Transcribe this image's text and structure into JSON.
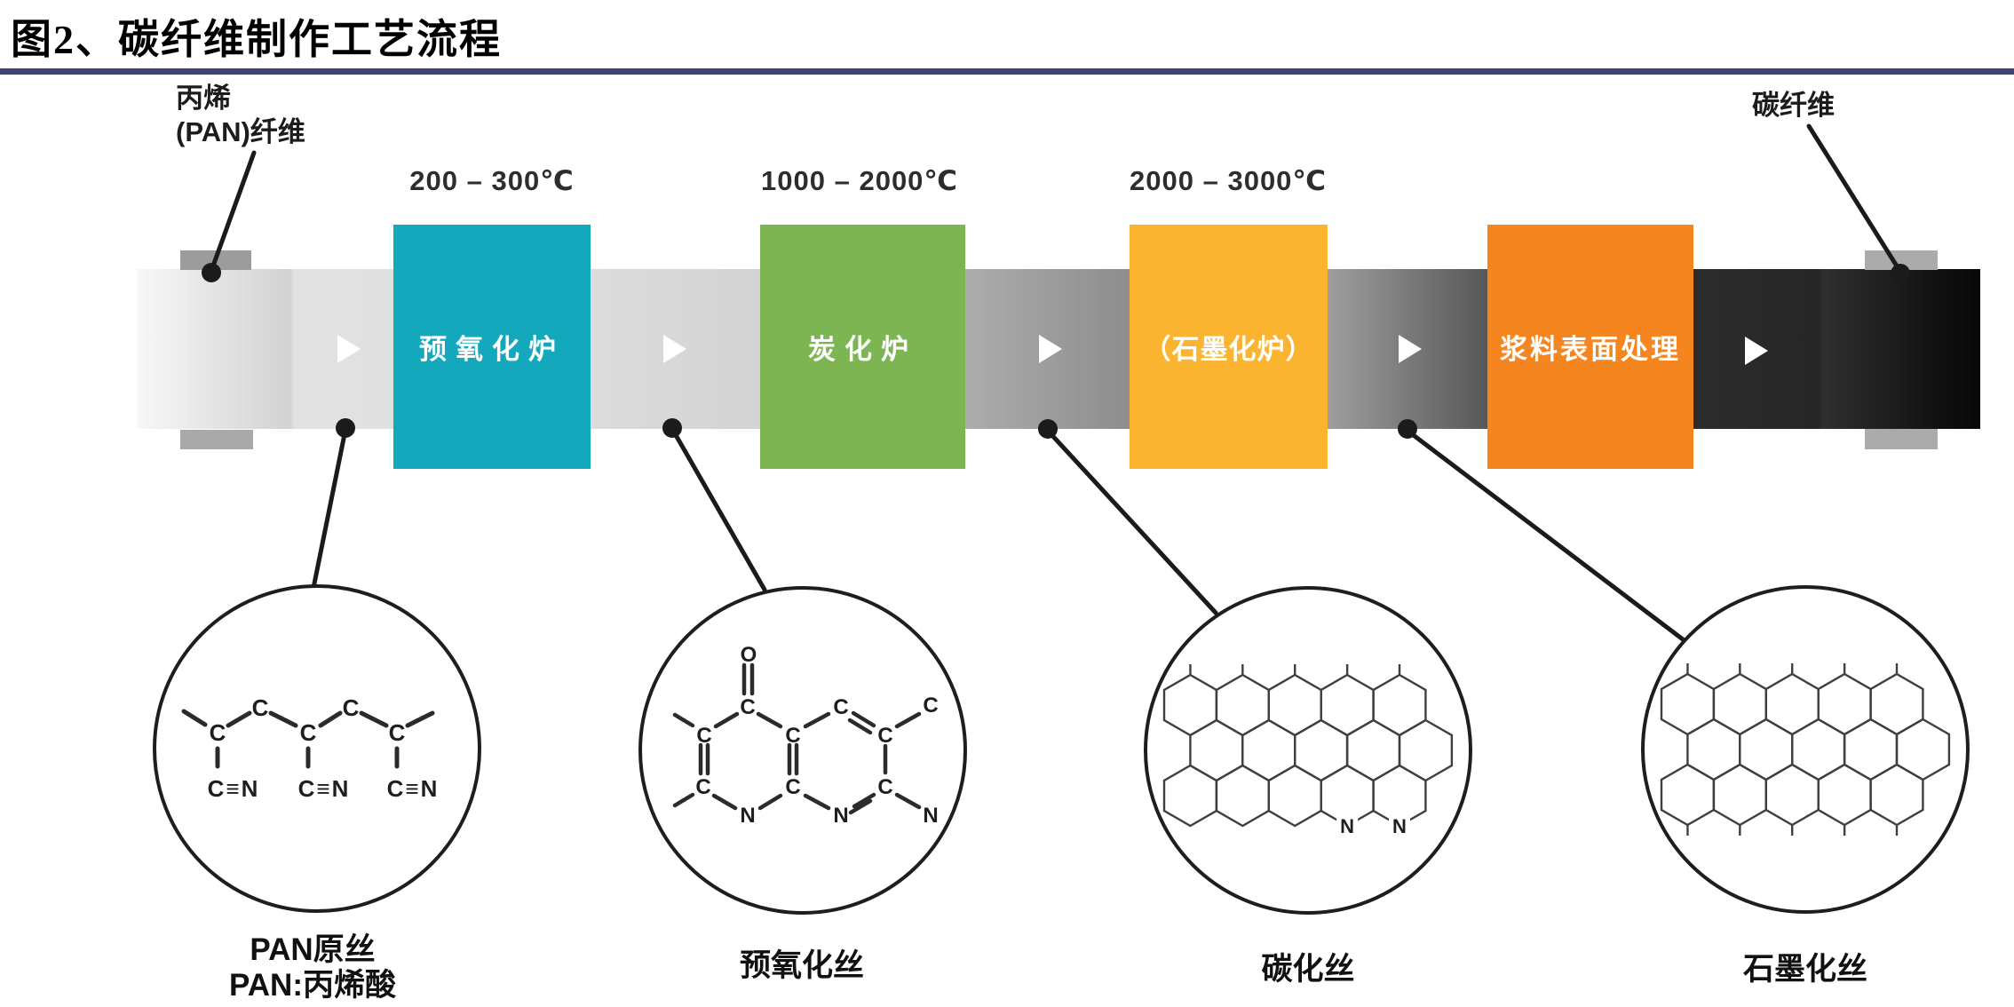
{
  "page": {
    "title": "图2、碳纤维制作工艺流程"
  },
  "theme": {
    "rule_color": "#3e4372",
    "bar_start_color": "#f7f7f7",
    "bar_end_color": "#070707",
    "arrow_color": "#ffffff"
  },
  "flow": {
    "input_line1": "丙烯",
    "input_line2": "(PAN)纤维",
    "output_label": "碳纤维",
    "stages": [
      {
        "temp": "200 – 300℃",
        "name": "预氧化炉",
        "color": "#14a8bd"
      },
      {
        "temp": "1000 – 2000℃",
        "name": "炭化炉",
        "color": "#7cb551"
      },
      {
        "temp": "2000 – 3000℃",
        "name": "（石墨化炉）",
        "color": "#fbb430"
      },
      {
        "temp": "",
        "name": "浆料表面处理",
        "color": "#f5861f"
      }
    ]
  },
  "samples": [
    {
      "title": "PAN原丝",
      "subtitle": "PAN:丙烯酸"
    },
    {
      "title": "预氧化丝",
      "subtitle": ""
    },
    {
      "title": "碳化丝",
      "subtitle": ""
    },
    {
      "title": "石墨化丝",
      "subtitle": ""
    }
  ],
  "molecules": {
    "carbon": "C",
    "nitrogen": "N",
    "oxygen": "O",
    "nitrile": "C≡N"
  }
}
